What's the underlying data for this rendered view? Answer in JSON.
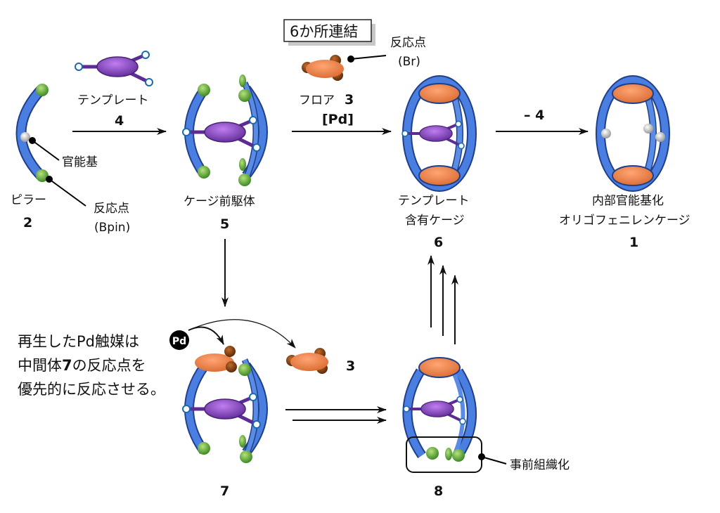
{
  "colors": {
    "pillar": "#3f72d8",
    "pillar_light": "#7fa8f0",
    "reactive": "#6fb243",
    "floor": "#f28a55",
    "floor_dark": "#8a3d10",
    "template": "#9a4fd6",
    "arrow": "#111111"
  },
  "pillar": {
    "name": "ピラー",
    "number": "2",
    "functional_group": "官能基",
    "reactive_site": "反応点",
    "reactive_group": "(Bpin)"
  },
  "template": {
    "name": "テンプレート",
    "number": "4"
  },
  "precursor": {
    "name": "ケージ前駆体",
    "number": "5"
  },
  "floor": {
    "box_label": "6か所連結",
    "name": "フロア",
    "number": "3",
    "catalyst": "[Pd]",
    "reactive_site": "反応点",
    "reactive_group": "(Br)"
  },
  "template_cage": {
    "line1": "テンプレート",
    "line2": "含有ケージ",
    "number": "6"
  },
  "removal": {
    "label": "– 4"
  },
  "product": {
    "line1": "内部官能基化",
    "line2": "オリゴフェニレンケージ",
    "number": "1"
  },
  "intermediate": {
    "number": "7",
    "pd_badge": "Pd",
    "released_floor_number": "3"
  },
  "note": {
    "line1": "再生したPd触媒は",
    "line2_a": "中間体",
    "line2_num": "7",
    "line2_b": "の反応点を",
    "line3": "優先的に反応させる。"
  },
  "preorganized": {
    "number": "8",
    "label": "事前組織化"
  }
}
